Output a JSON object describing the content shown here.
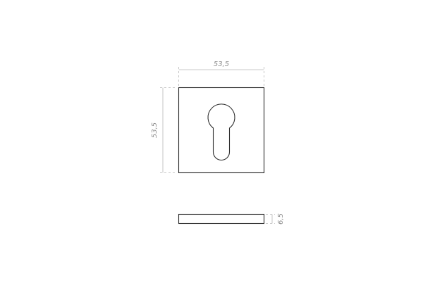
{
  "drawing": {
    "front_view": {
      "width_label": "53,5",
      "height_label": "53,5"
    },
    "side_view": {
      "thickness_label": "6,5"
    }
  }
}
